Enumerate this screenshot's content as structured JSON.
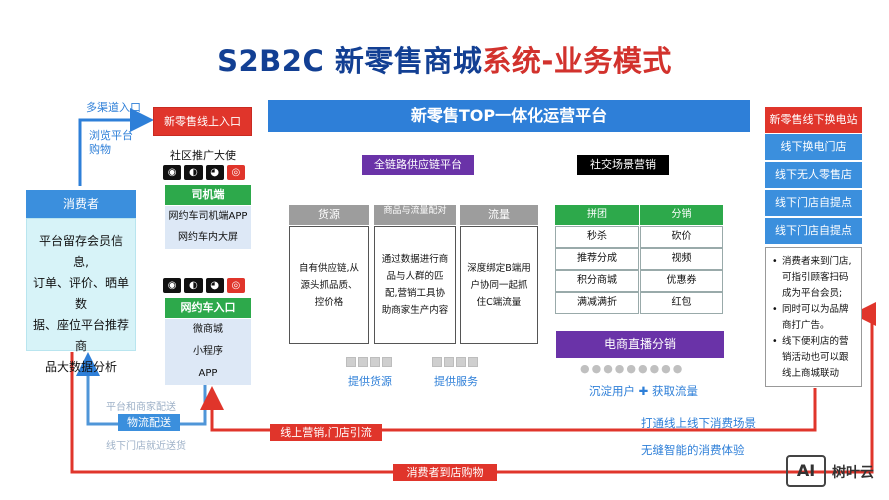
{
  "title": {
    "main": "S2B2C 新零售商城",
    "accent": "系统-业务模式"
  },
  "left_arrows": {
    "multi_channel": "多渠道入口",
    "browse": "浏览平台",
    "buy": "购物"
  },
  "consumer": {
    "head": "消费者",
    "body": [
      "平台留存会员信息,",
      "订单、评价、晒单数",
      "据、座位平台推荐商",
      "品大数据分析"
    ]
  },
  "online_entry": {
    "head": "新零售线上入口",
    "community": "社区推广大使",
    "driver_bar": "司机端",
    "driver_items": [
      "网约车司机端APP",
      "网约车内大屏"
    ],
    "car_bar": "网约车入口",
    "car_items": [
      "微商城",
      "小程序",
      "APP"
    ],
    "icons": [
      "baidu-icon",
      "wechat-icon",
      "qq-icon",
      "weibo-icon"
    ]
  },
  "platform": {
    "title": "新零售TOP一体化运营平台",
    "supply_chain": "全链路供应链平台",
    "social": "社交场景营销",
    "columns": [
      {
        "head": "货源",
        "body": "自有供应链,从源头抓品质、控价格"
      },
      {
        "head": "商品与流量配对",
        "body": "通过数据进行商品与人群的匹配,营销工具协助商家生产内容"
      },
      {
        "head": "流量",
        "body": "深度绑定B端用户协同一起抓住C端流量"
      }
    ],
    "provide_source": "提供货源",
    "provide_service": "提供服务",
    "grid_head": [
      "拼团",
      "分销"
    ],
    "grid_rows": [
      [
        "秒杀",
        "砍价"
      ],
      [
        "推荐分成",
        "视频"
      ],
      [
        "积分商城",
        "优惠券"
      ],
      [
        "满减满折",
        "红包"
      ]
    ],
    "live": "电商直播分销",
    "retain": "沉淀用户 ✚ 获取流量"
  },
  "offline": {
    "head": "新零售线下换电站",
    "items": [
      "线下换电门店",
      "线下无人零售店",
      "线下门店自提点",
      "线下门店自提点"
    ],
    "notes": [
      "消费者来到门店,可指引顾客扫码成为平台会员;",
      "同时可以为品牌商打广告。",
      "线下便利店的营销活动也可以跟线上商城联动"
    ]
  },
  "bottom": {
    "platform_delivery": "平台和商家配送",
    "logistics": "物流配送",
    "nearby": "线下门店就近送货",
    "online_marketing": "线上营销,门店引流",
    "open_scene": "打通线上线下消费场景",
    "seamless": "无缝智能的消费体验",
    "to_store": "消费者到店购物"
  },
  "watermark": "树叶云",
  "watermark_badge": "AI",
  "colors": {
    "red": "#e0352b",
    "blue": "#2e7fd8",
    "navy": "#123f93",
    "green": "#2da94b",
    "purple": "#6a33a8"
  }
}
